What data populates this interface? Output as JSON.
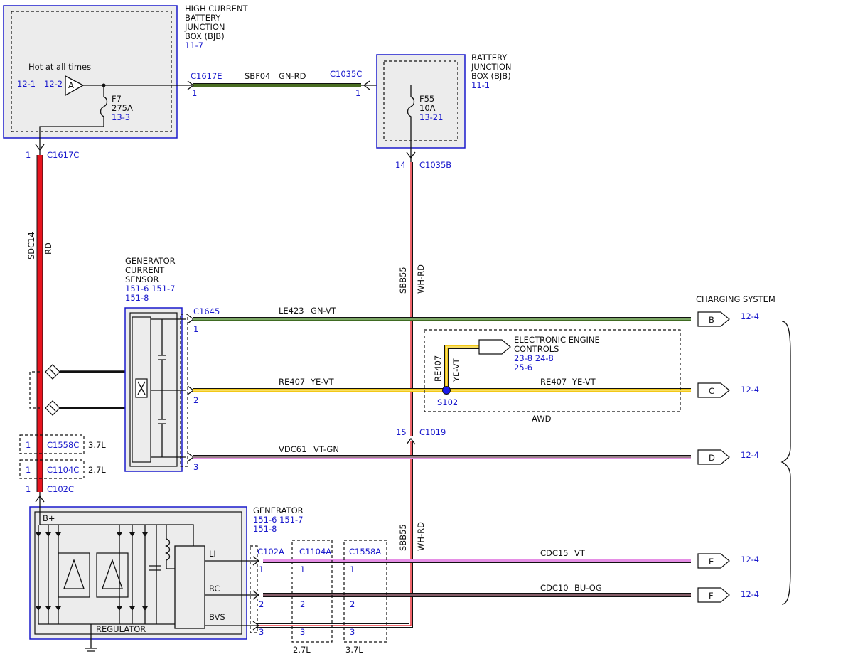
{
  "hbjb": {
    "title": [
      "HIGH CURRENT",
      "BATTERY",
      "JUNCTION",
      "BOX (BJB)"
    ],
    "ref": "11-7",
    "hot": "Hot at all times",
    "ref_a": "12-1",
    "ref_b": "12-2",
    "connector_letter": "A",
    "fuse_name": "F7",
    "fuse_rating": "275A",
    "fuse_ref": "13-3"
  },
  "bjb": {
    "title": [
      "BATTERY",
      "JUNCTION",
      "BOX (BJB)"
    ],
    "ref": "11-1",
    "fuse_name": "F55",
    "fuse_rating": "10A",
    "fuse_ref": "13-21"
  },
  "sbf04": {
    "conn_left": "C1617E",
    "pin_left": "1",
    "circuit": "SBF04",
    "color": "GN-RD",
    "conn_right": "C1035C",
    "pin_right": "1"
  },
  "sdc14": {
    "pin_top": "1",
    "conn_top": "C1617C",
    "circuit": "SDC14",
    "color": "RD"
  },
  "sbb55": {
    "pin_top": "14",
    "conn_top": "C1035B",
    "circuit": "SBB55",
    "color": "WH-RD",
    "pin_c1019": "15",
    "conn_c1019": "C1019"
  },
  "inline": [
    {
      "pin": "1",
      "conn": "C1558C",
      "engine": "3.7L"
    },
    {
      "pin": "1",
      "conn": "C1104C",
      "engine": "2.7L"
    },
    {
      "pin": "1",
      "conn": "C102C",
      "engine": ""
    }
  ],
  "gcs": {
    "title": [
      "GENERATOR",
      "CURRENT",
      "SENSOR"
    ],
    "refs1": "151-6  151-7",
    "refs2": "151-8",
    "conn": "C1645",
    "pins": [
      "1",
      "2",
      "3"
    ]
  },
  "charging_system": "CHARGING SYSTEM",
  "wires": [
    {
      "circuit": "LE423",
      "color": "GN-VT",
      "letter": "B",
      "ref": "12-4"
    },
    {
      "circuit": "RE407",
      "color": "YE-VT",
      "letter": "C",
      "ref": "12-4"
    },
    {
      "circuit": "VDC61",
      "color": "VT-GN",
      "letter": "D",
      "ref": "12-4"
    },
    {
      "circuit": "CDC15",
      "color": "VT",
      "letter": "E",
      "ref": "12-4"
    },
    {
      "circuit": "CDC10",
      "color": "BU-OG",
      "letter": "F",
      "ref": "12-4"
    }
  ],
  "eec": {
    "title": [
      "ELECTRONIC ENGINE",
      "CONTROLS"
    ],
    "refs1": "23-8     24-8",
    "refs2": "25-6",
    "branch_circuit": "RE407",
    "branch_color": "YE-VT",
    "splice": "S102",
    "group": "AWD"
  },
  "generator": {
    "title": "GENERATOR",
    "refs1": "151-6  151-7",
    "refs2": "151-8",
    "bplus": "B+",
    "regulator": "REGULATOR",
    "terms": [
      "LI",
      "RC",
      "BVS"
    ],
    "conns": [
      "C102A",
      "C1104A",
      "C1558A"
    ],
    "pins": [
      "1",
      "2",
      "3"
    ],
    "engines": [
      "2.7L",
      "3.7L"
    ]
  },
  "colors": {
    "red": "#e8141e",
    "green": "#3f6b22",
    "yellow": "#f2c818",
    "violet": "#e58ee5",
    "blue": "#1a1aa0",
    "whred": "#e8141e",
    "ref_blue": "#1a1acc"
  }
}
